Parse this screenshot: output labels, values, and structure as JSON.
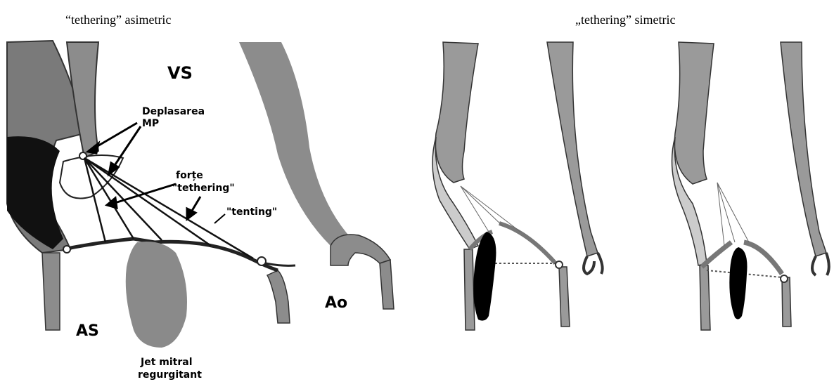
{
  "captions": {
    "left": "“tethering” asimetric",
    "right": "„tethering” simetric"
  },
  "labels": {
    "vs": "VS",
    "deplasarea_line1": "Deplasarea",
    "deplasarea_line2": "MP",
    "forte_line1": "forțe",
    "forte_line2": "\"tethering\"",
    "tenting": "\"tenting\"",
    "ao": "Ao",
    "as": "AS",
    "jet_line1": "Jet mitral",
    "jet_line2": "regurgitant"
  },
  "colors": {
    "tissue": "#8c8c8c",
    "tissue_dark": "#6a6a6a",
    "outline": "#333333",
    "jet": "#8a8a8a",
    "jet_right": "#000000",
    "background": "#ffffff"
  }
}
